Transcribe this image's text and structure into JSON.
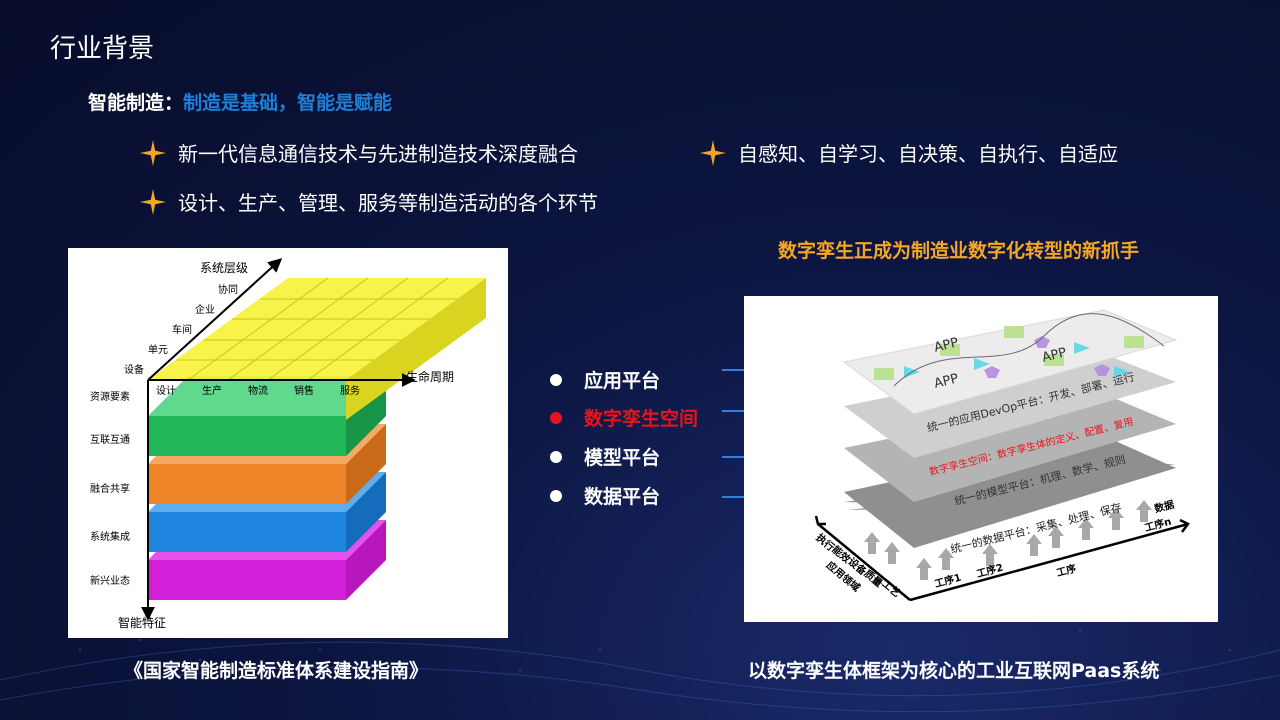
{
  "title": "行业背景",
  "subtitle": {
    "lead": "智能制造：",
    "accent": "制造是基础，智能是赋能"
  },
  "bullets": [
    "新一代信息通信技术与先进制造技术深度融合",
    "自感知、自学习、自决策、自执行、自适应",
    "设计、生产、管理、服务等制造活动的各个环节"
  ],
  "right_heading": "数字孪生正成为制造业数字化转型的新抓手",
  "left_figure": {
    "axis_system_level": "系统层级",
    "axis_lifecycle": "生命周期",
    "axis_feature": "智能特征",
    "levels": [
      "协同",
      "企业",
      "车间",
      "单元",
      "设备"
    ],
    "lifecycle": [
      "设计",
      "生产",
      "物流",
      "销售",
      "服务"
    ],
    "features": [
      "资源要素",
      "互联互通",
      "融合共享",
      "系统集成",
      "新兴业态"
    ],
    "caption": "《国家智能制造标准体系建设指南》"
  },
  "platforms": [
    {
      "label": "应用平台",
      "color": "#ffffff"
    },
    {
      "label": "数字孪生空间",
      "color": "#e8141c"
    },
    {
      "label": "模型平台",
      "color": "#ffffff"
    },
    {
      "label": "数据平台",
      "color": "#ffffff"
    }
  ],
  "right_figure": {
    "app_labels": [
      "APP",
      "APP",
      "APP"
    ],
    "layer_app": "统一的应用DevOp平台：开发、部署、运行",
    "layer_twin": "数字孪生空间：数字孪生体的定义、配置、复用",
    "layer_model": "统一的模型平台：机理、数学、规则",
    "layer_data": "统一的数据平台：采集、处理、保存",
    "left_axis": "应用领域",
    "left_axis_items": [
      "执行",
      "能效",
      "设备",
      "质量",
      "工艺"
    ],
    "bottom_axis": "工序",
    "processes": [
      "工序1",
      "工序2",
      "工序n"
    ],
    "data_label": "数据",
    "caption": "以数字孪生体框架为核心的工业互联网Paas系统"
  },
  "colors": {
    "accent_blue": "#1e7fd8",
    "accent_orange": "#f5a623",
    "highlight_red": "#e8141c",
    "arrow_blue": "#2d7fe0"
  }
}
